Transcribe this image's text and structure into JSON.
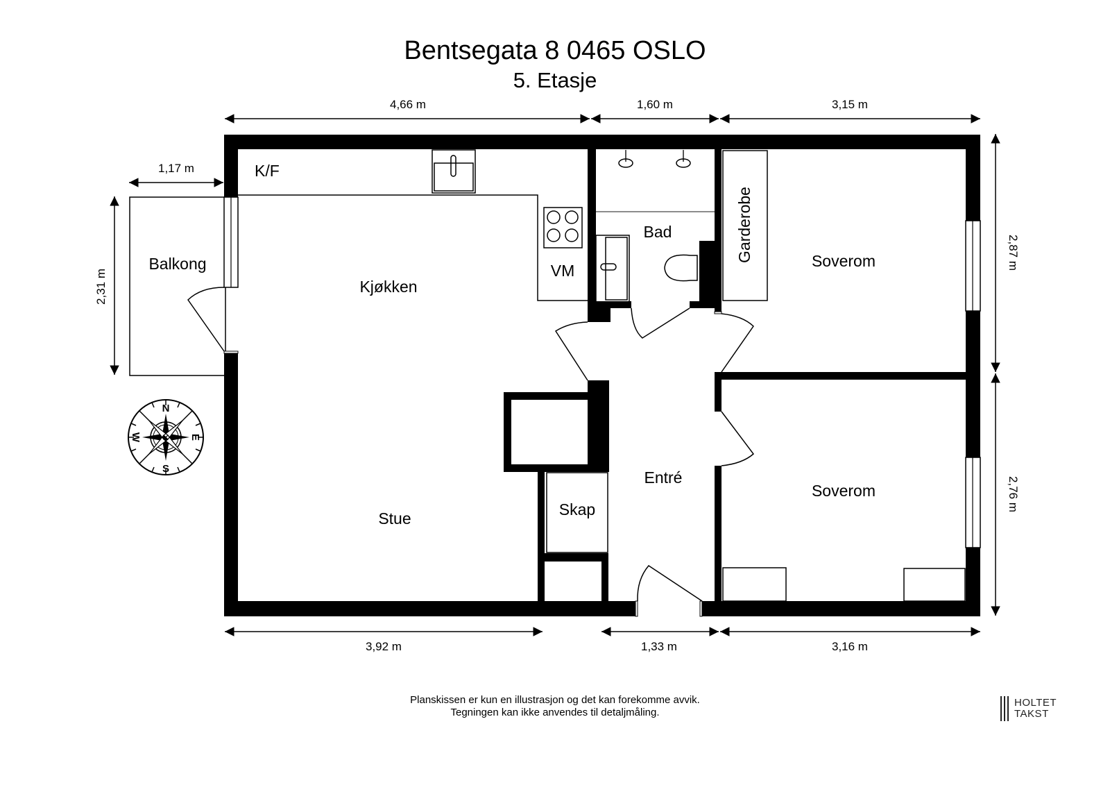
{
  "header": {
    "title": "Bentsegata 8 0465 OSLO",
    "subtitle": "5. Etasje"
  },
  "rooms": {
    "kf": "K/F",
    "kjokken": "Kjøkken",
    "vm": "VM",
    "bad": "Bad",
    "garderobe": "Garderobe",
    "soverom_1": "Soverom",
    "soverom_2": "Soverom",
    "balkong": "Balkong",
    "stue": "Stue",
    "skap": "Skap",
    "entre": "Entré"
  },
  "dimensions": {
    "top": [
      "4,66 m",
      "1,60 m",
      "3,15 m"
    ],
    "bottom": [
      "3,92 m",
      "1,33 m",
      "3,16 m"
    ],
    "right": [
      "2,87 m",
      "2,76 m"
    ],
    "balcony_width": "1,17 m",
    "balcony_height": "2,31 m"
  },
  "compass": {
    "n": "N",
    "e": "E",
    "s": "S",
    "w": "W"
  },
  "footer": {
    "disclaimer_line1": "Planskissen er kun en illustrasjon og det kan forekomme avvik.",
    "disclaimer_line2": "Tegningen kan ikke anvendes til detaljmåling.",
    "logo_line1": "HOLTET",
    "logo_line2": "TAKST"
  },
  "colors": {
    "wall": "#000000",
    "background": "#ffffff"
  }
}
